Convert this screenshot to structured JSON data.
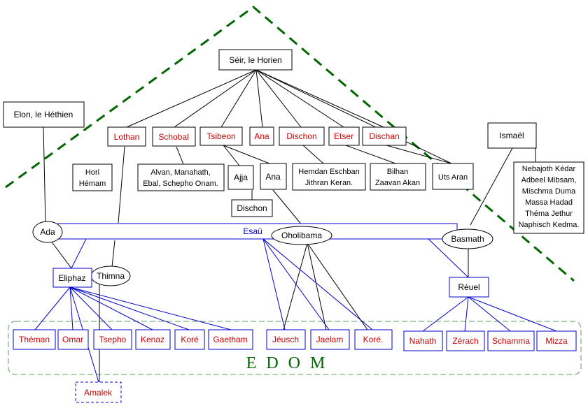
{
  "colors": {
    "black": "#000000",
    "blue": "#0000cc",
    "red": "#cc0000",
    "green": "#006600",
    "edom_border": "#669966"
  },
  "nodes": {
    "seir": "Séir, le Horien",
    "elon": "Elon, le Héthien",
    "ismael": "Ismaël",
    "lothan": "Lothan",
    "schobal": "Schobal",
    "tsibeon": "Tsibeon",
    "ana_top": "Ana",
    "dischon_top": "Dischon",
    "etser": "Etser",
    "dischan": "Dischan",
    "hori": [
      "Hori",
      "Hémam"
    ],
    "alvan": [
      "Alvan, Manahath,",
      "Ebal, Schepho Onam."
    ],
    "ajja": "Ajja",
    "ana_mid": "Ana",
    "hemdan": [
      "Hemdan Eschban",
      "Jithran Keran."
    ],
    "bilhan": [
      "Bilhan",
      "Zaavan Akan"
    ],
    "uts": "Uts Aran",
    "nebajoth": [
      "Nebajoth Kédar",
      "Adbeel Mibsam,",
      "Mischma Duma",
      "Massa Hadad",
      "Théma Jethur",
      "Naphisch Kedma."
    ],
    "dischon_low": "Dischon",
    "esau": "Esaü",
    "ada": "Ada",
    "oholibama": "Oholibama",
    "basmath": "Basmath",
    "eliphaz": "Eliphaz",
    "thimna": "Thimna",
    "reuel": "Réuel",
    "theman": "Théman",
    "omar": "Omar",
    "tsepho": "Tsepho",
    "kenaz": "Kenaz",
    "kore1": "Koré",
    "gaetham": "Gaetham",
    "jeusch": "Jéusch",
    "jaelam": "Jaelam",
    "kore2": "Koré.",
    "nahath": "Nahath",
    "zerach": "Zérach",
    "schamma": "Schamma",
    "mizza": "Mizza",
    "amalek": "Amalek"
  },
  "edom_label": "E D O M"
}
